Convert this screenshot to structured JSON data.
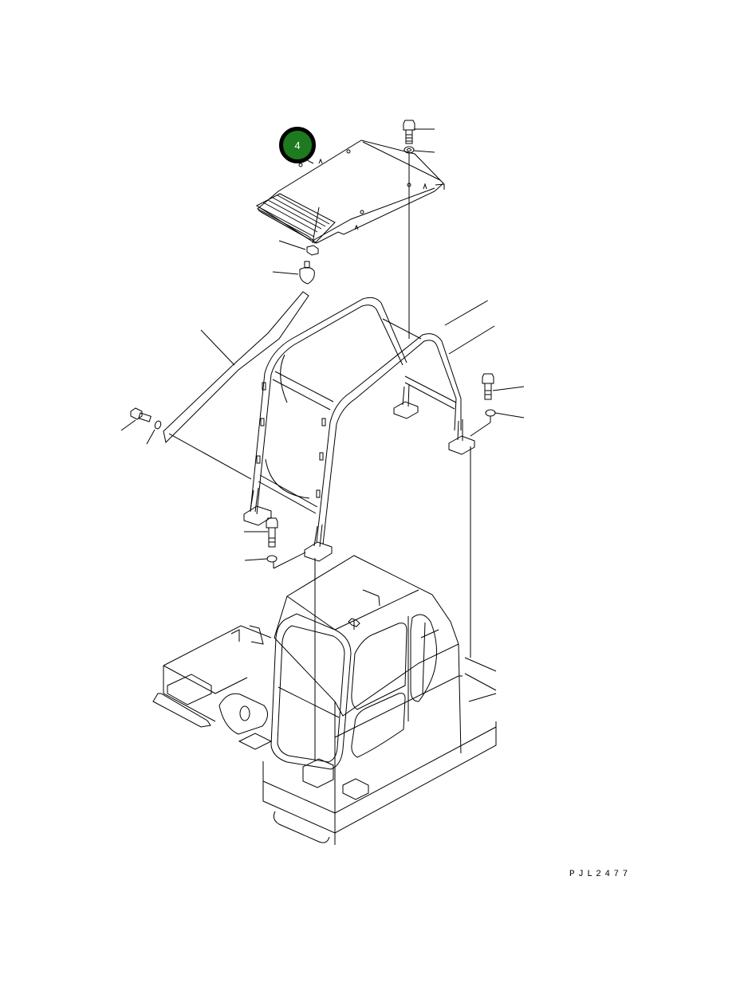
{
  "diagram": {
    "type": "exploded parts illustration",
    "subject": "excavator cab with ROPS/FOPS guard frame and top guard plate",
    "callouts": [
      {
        "number": "4",
        "fill_color": "#1e7a1e",
        "ring_color": "#000000"
      }
    ],
    "drawing_code": "PJL2477",
    "parts": [
      "top guard plate (with step)",
      "hex bolt (top plate, right)",
      "washer (top plate, right)",
      "nut (top plate, left)",
      "rubber cushion",
      "guard frame (ROPS)",
      "diagonal brace",
      "hex bolt (brace)",
      "washer (brace)",
      "hex bolt (frame right rear)",
      "washer (frame right rear)",
      "hex bolt (frame front)",
      "washer (frame front)",
      "operator cab",
      "revolving frame"
    ],
    "line_color": "#000000",
    "background": "#ffffff"
  }
}
